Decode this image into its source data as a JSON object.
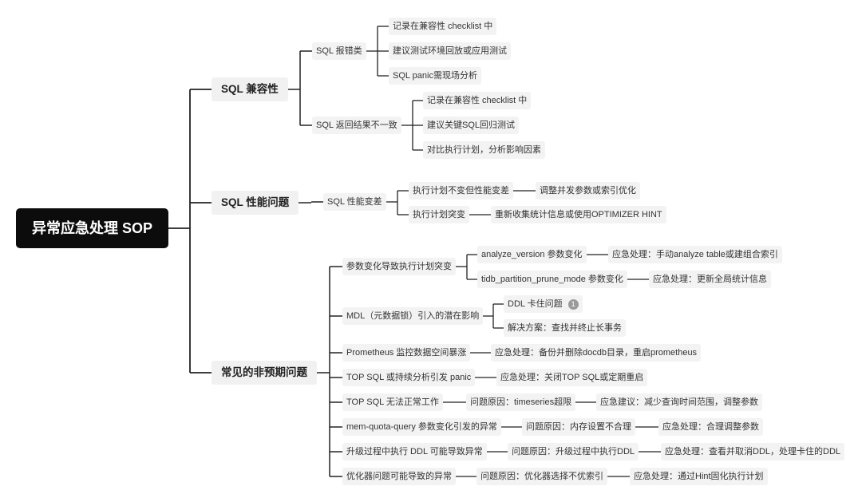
{
  "root": "异常应急处理 SOP",
  "branches": {
    "compat": {
      "label": "SQL 兼容性",
      "error": {
        "label": "SQL 报错类",
        "items": [
          "记录在兼容性 checklist 中",
          "建议测试环境回放或应用测试",
          "SQL panic需现场分析"
        ]
      },
      "mismatch": {
        "label": "SQL 返回结果不一致",
        "items": [
          "记录在兼容性 checklist 中",
          "建议关键SQL回归测试",
          "对比执行计划，分析影响因素"
        ]
      }
    },
    "perf": {
      "label": "SQL 性能问题",
      "degrade": {
        "label": "SQL 性能变差",
        "plan_same": "执行计划不变但性能变差",
        "plan_same_action": "调整并发参数或索引优化",
        "plan_change": "执行计划突变",
        "plan_change_action": "重新收集统计信息或使用OPTIMIZER HINT"
      }
    },
    "unexpected": {
      "label": "常见的非预期问题",
      "param_change": {
        "label": "参数变化导致执行计划突变",
        "analyze": "analyze_version 参数变化",
        "analyze_action": "应急处理：手动analyze table或建组合索引",
        "tidb": "tidb_partition_prune_mode 参数变化",
        "tidb_action": "应急处理：更新全局统计信息"
      },
      "mdl": {
        "label": "MDL（元数据锁）引入的潜在影响",
        "ddl_stuck": "DDL 卡住问题",
        "ddl_badge": "1",
        "solution": "解决方案：查找并终止长事务"
      },
      "prometheus": {
        "label": "Prometheus 监控数据空间暴涨",
        "action": "应急处理：备份并删除docdb目录，重启prometheus"
      },
      "topsql_panic": {
        "label": "TOP SQL 或持续分析引发 panic",
        "action": "应急处理：关闭TOP SQL或定期重启"
      },
      "topsql_fail": {
        "label": "TOP SQL 无法正常工作",
        "cause": "问题原因：timeseries超限",
        "advice": "应急建议：减少查询时间范围，调整参数"
      },
      "memquota": {
        "label": "mem-quota-query 参数变化引发的异常",
        "cause": "问题原因：内存设置不合理",
        "action": "应急处理：合理调整参数"
      },
      "upgrade_ddl": {
        "label": "升级过程中执行 DDL 可能导致异常",
        "cause": "问题原因：升级过程中执行DDL",
        "action": "应急处理：查看并取消DDL，处理卡住的DDL"
      },
      "optimizer": {
        "label": "优化器问题可能导致的异常",
        "cause": "问题原因：优化器选择不优索引",
        "action": "应急处理：通过Hint固化执行计划"
      }
    }
  }
}
